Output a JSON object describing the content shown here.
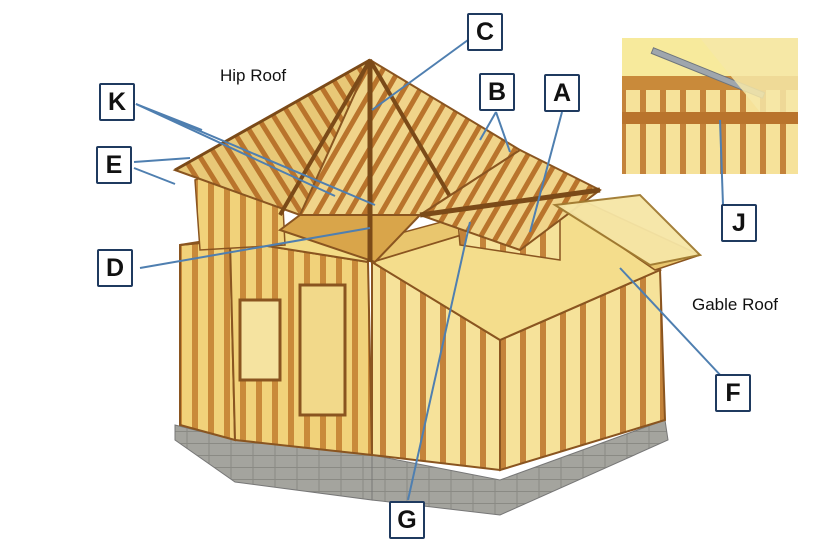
{
  "labels": {
    "hip_roof": "Hip Roof",
    "gable_roof": "Gable Roof"
  },
  "callouts": {
    "a": "A",
    "b": "B",
    "c": "C",
    "d": "D",
    "e": "E",
    "f": "F",
    "g": "G",
    "j": "J",
    "k": "K"
  },
  "colors": {
    "lumber": "#c98a3a",
    "lumber_dark": "#8a5520",
    "sheathing": "#f2dc72",
    "foundation": "#9c9c96",
    "leader_line": "#4f7fb0",
    "callout_border": "#1f3a5f"
  }
}
